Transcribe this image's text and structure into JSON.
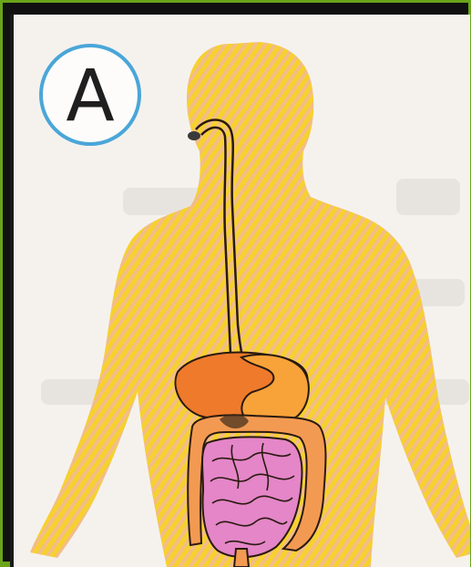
{
  "figure": {
    "label": "A",
    "colors": {
      "frame": "#6aa51a",
      "badge_ring": "#4aa6d8",
      "body_fill": "#f6d12e",
      "body_hatch": "#f1b6a4",
      "liver": "#ef7a2c",
      "stomach": "#f7a339",
      "small_intestine": "#e486c8",
      "large_intestine": "#f39a52",
      "outline": "#2a1a10"
    },
    "parts": [
      {
        "id": "body-silhouette",
        "icon": "human-body-silhouette"
      },
      {
        "id": "mouth",
        "icon": "mouth-icon"
      },
      {
        "id": "esophagus",
        "icon": "esophagus-tube"
      },
      {
        "id": "liver",
        "icon": "liver-shape"
      },
      {
        "id": "stomach",
        "icon": "stomach-shape"
      },
      {
        "id": "large-intestine",
        "icon": "colon-shape"
      },
      {
        "id": "small-intestine",
        "icon": "small-intestine-coils"
      },
      {
        "id": "rectum",
        "icon": "rectum-tube"
      }
    ]
  }
}
